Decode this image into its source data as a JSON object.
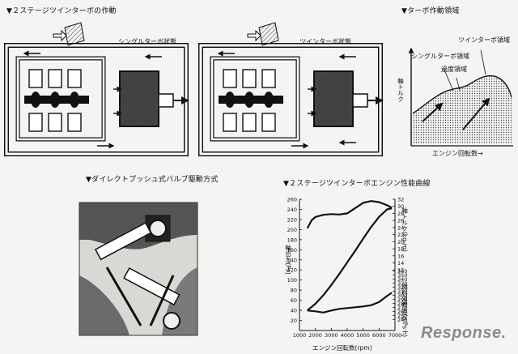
{
  "sections": {
    "operation_title": "▼２ステージツインターボの作動",
    "region_title": "▼ターボ作動領域",
    "valve_title": "▼ダイレクトプッシュ式バルブ駆動方式",
    "curve_title": "▼２ステージツインターボエンジン性能曲線"
  },
  "engine_diagrams": {
    "single_label": "シングルターボ状態",
    "twin_label": "ツインターボ状態"
  },
  "turbo_region": {
    "single_region": "シングルターボ領域",
    "twin_region": "ツインターボ領域",
    "transition_region": "過度領域",
    "y_axis": "軸トルク",
    "x_axis": "エンジン回転数→"
  },
  "performance_curve": {
    "y_left_label": "軸出力(Ps)",
    "torque_label": "軸トルク(kg-m)",
    "bsfc_label": "燃料消費率(g/Ps·h)",
    "x_label": "エンジン回転数(rpm)"
  },
  "chart_data": {
    "type": "line",
    "xlabel": "エンジン回転数(rpm)",
    "ylabel": "軸出力(Ps)",
    "x_ticks": [
      "1000",
      "2000",
      "3000",
      "4000",
      "5000",
      "6000",
      "7000"
    ],
    "y_ticks": [
      "20",
      "40",
      "60",
      "80",
      "100",
      "120",
      "140",
      "160",
      "180",
      "200",
      "220",
      "240",
      "260"
    ],
    "torque_ticks": [
      "12",
      "14",
      "16",
      "18",
      "20",
      "22",
      "24",
      "26",
      "28",
      "30",
      "32"
    ],
    "bsfc_ticks": [
      "240",
      "250",
      "260",
      "270",
      "280",
      "290",
      "300",
      "310",
      "320",
      "330",
      "340",
      "350",
      "360"
    ],
    "xlim": [
      1000,
      7000
    ],
    "ylim": [
      0,
      260
    ],
    "series": [
      {
        "name": "",
        "axis": "power_ps",
        "x": [
          1500,
          2000,
          2500,
          3000,
          3500,
          4000,
          4500,
          5000,
          5500,
          6000,
          6500,
          6800
        ],
        "y": [
          40,
          53,
          70,
          90,
          112,
          135,
          158,
          182,
          205,
          225,
          240,
          242
        ]
      },
      {
        "name": "",
        "axis": "torque_kgm",
        "x": [
          1500,
          1750,
          2000,
          2500,
          3000,
          3500,
          4000,
          4500,
          5000,
          5500,
          6000,
          6500,
          6800
        ],
        "y": [
          23.8,
          26.0,
          27.0,
          27.6,
          27.8,
          27.7,
          28.0,
          29.5,
          31.0,
          31.5,
          31.2,
          30.3,
          29.6
        ]
      },
      {
        "name": "",
        "axis": "bsfc",
        "x": [
          1500,
          2000,
          2500,
          3000,
          3500,
          4000,
          4500,
          5000,
          5500,
          6000,
          6500,
          6800
        ],
        "y": [
          262,
          260,
          257,
          262,
          266,
          268,
          270,
          272,
          275,
          283,
          298,
          306
        ]
      }
    ]
  },
  "watermark": {
    "text": "Response."
  }
}
